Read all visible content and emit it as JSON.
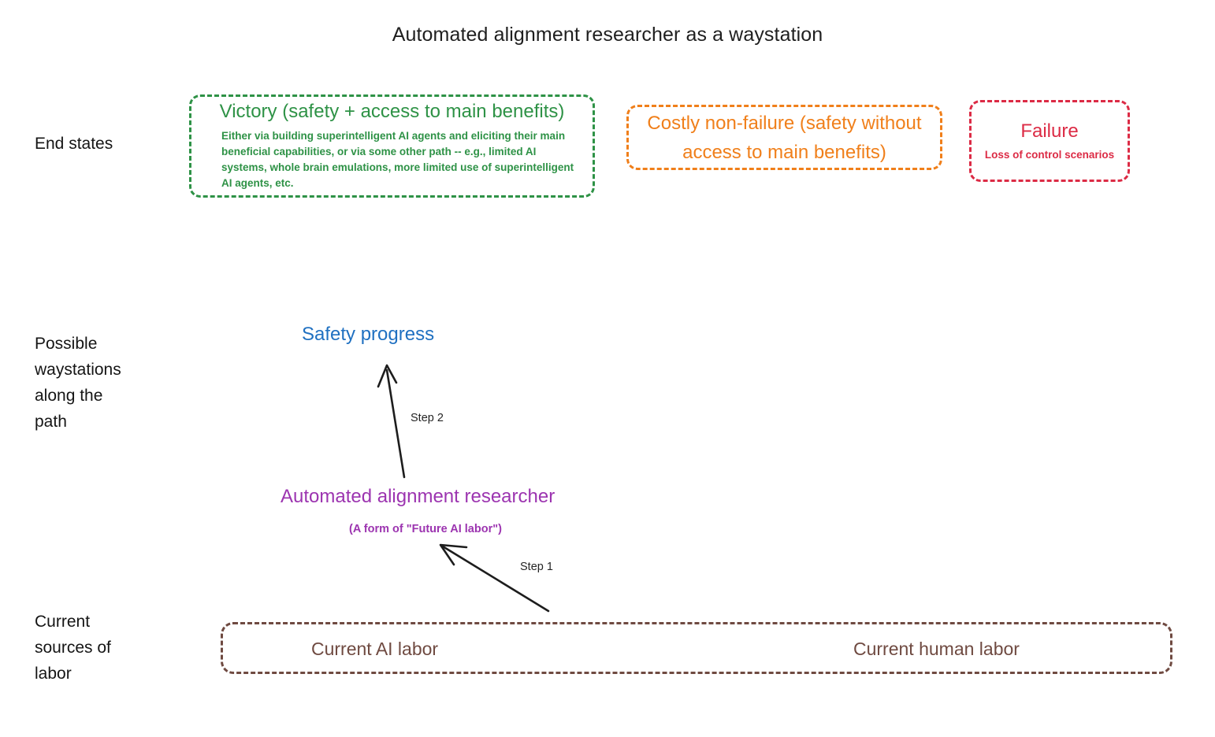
{
  "title": "Automated alignment researcher as a waystation",
  "rows": [
    {
      "id": "end-states",
      "label": "End states"
    },
    {
      "id": "waystations",
      "label": "Possible\nwaystations\nalong the\npath"
    },
    {
      "id": "current-labor",
      "label": "Current\nsources of\nlabor"
    }
  ],
  "end_states": {
    "victory": {
      "title": "Victory (safety + access to main benefits)",
      "subtitle": "Either via building superintelligent AI agents and eliciting their main beneficial capabilities, or via some other path -- e.g., limited AI systems, whole brain emulations, more limited use of superintelligent AI agents, etc.",
      "color": "#2E9246"
    },
    "costly_non_failure": {
      "title": "Costly non-failure (safety without access to main benefits)",
      "color": "#F07F1A"
    },
    "failure": {
      "title": "Failure",
      "subtitle": "Loss of control scenarios",
      "color": "#DC2B45"
    }
  },
  "waystations": {
    "safety_progress": {
      "label": "Safety progress",
      "color": "#1F70C1"
    },
    "automated_alignment_researcher": {
      "label": "Automated alignment researcher",
      "sublabel": "(A form of \"Future AI labor\")",
      "color": "#9C34B0"
    }
  },
  "current_labor": {
    "ai_labor": "Current AI labor",
    "human_labor": "Current human labor",
    "color": "#6F4A41"
  },
  "steps": [
    {
      "id": "step-1",
      "label": "Step 1"
    },
    {
      "id": "step-2",
      "label": "Step 2"
    }
  ]
}
